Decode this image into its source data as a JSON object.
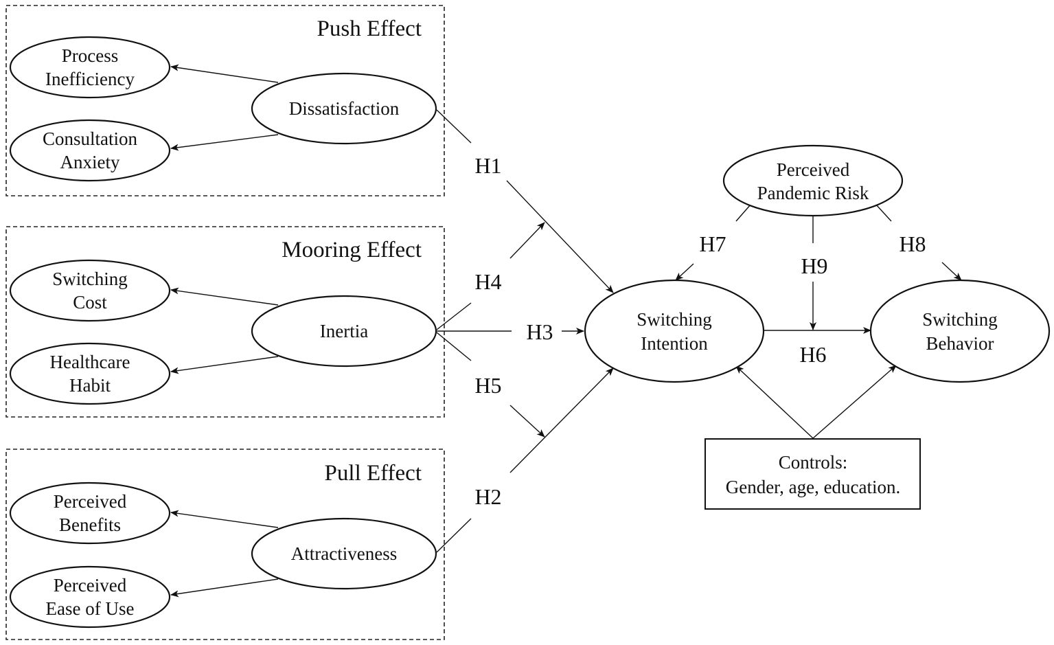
{
  "groups": {
    "push": "Push Effect",
    "mooring": "Mooring Effect",
    "pull": "Pull Effect"
  },
  "nodes": {
    "process_inefficiency": [
      "Process",
      "Inefficiency"
    ],
    "consultation_anxiety": [
      "Consultation",
      "Anxiety"
    ],
    "dissatisfaction": [
      "Dissatisfaction"
    ],
    "switching_cost": [
      "Switching",
      "Cost"
    ],
    "healthcare_habit": [
      "Healthcare",
      "Habit"
    ],
    "inertia": [
      "Inertia"
    ],
    "perceived_benefits": [
      "Perceived",
      "Benefits"
    ],
    "perceived_ease_of_use": [
      "Perceived",
      "Ease of Use"
    ],
    "attractiveness": [
      "Attractiveness"
    ],
    "switching_intention": [
      "Switching",
      "Intention"
    ],
    "switching_behavior": [
      "Switching",
      "Behavior"
    ],
    "perceived_pandemic_risk": [
      "Perceived",
      "Pandemic Risk"
    ],
    "controls": [
      "Controls:",
      "Gender, age, education."
    ]
  },
  "hypotheses": {
    "h1": "H1",
    "h2": "H2",
    "h3": "H3",
    "h4": "H4",
    "h5": "H5",
    "h6": "H6",
    "h7": "H7",
    "h8": "H8",
    "h9": "H9"
  }
}
